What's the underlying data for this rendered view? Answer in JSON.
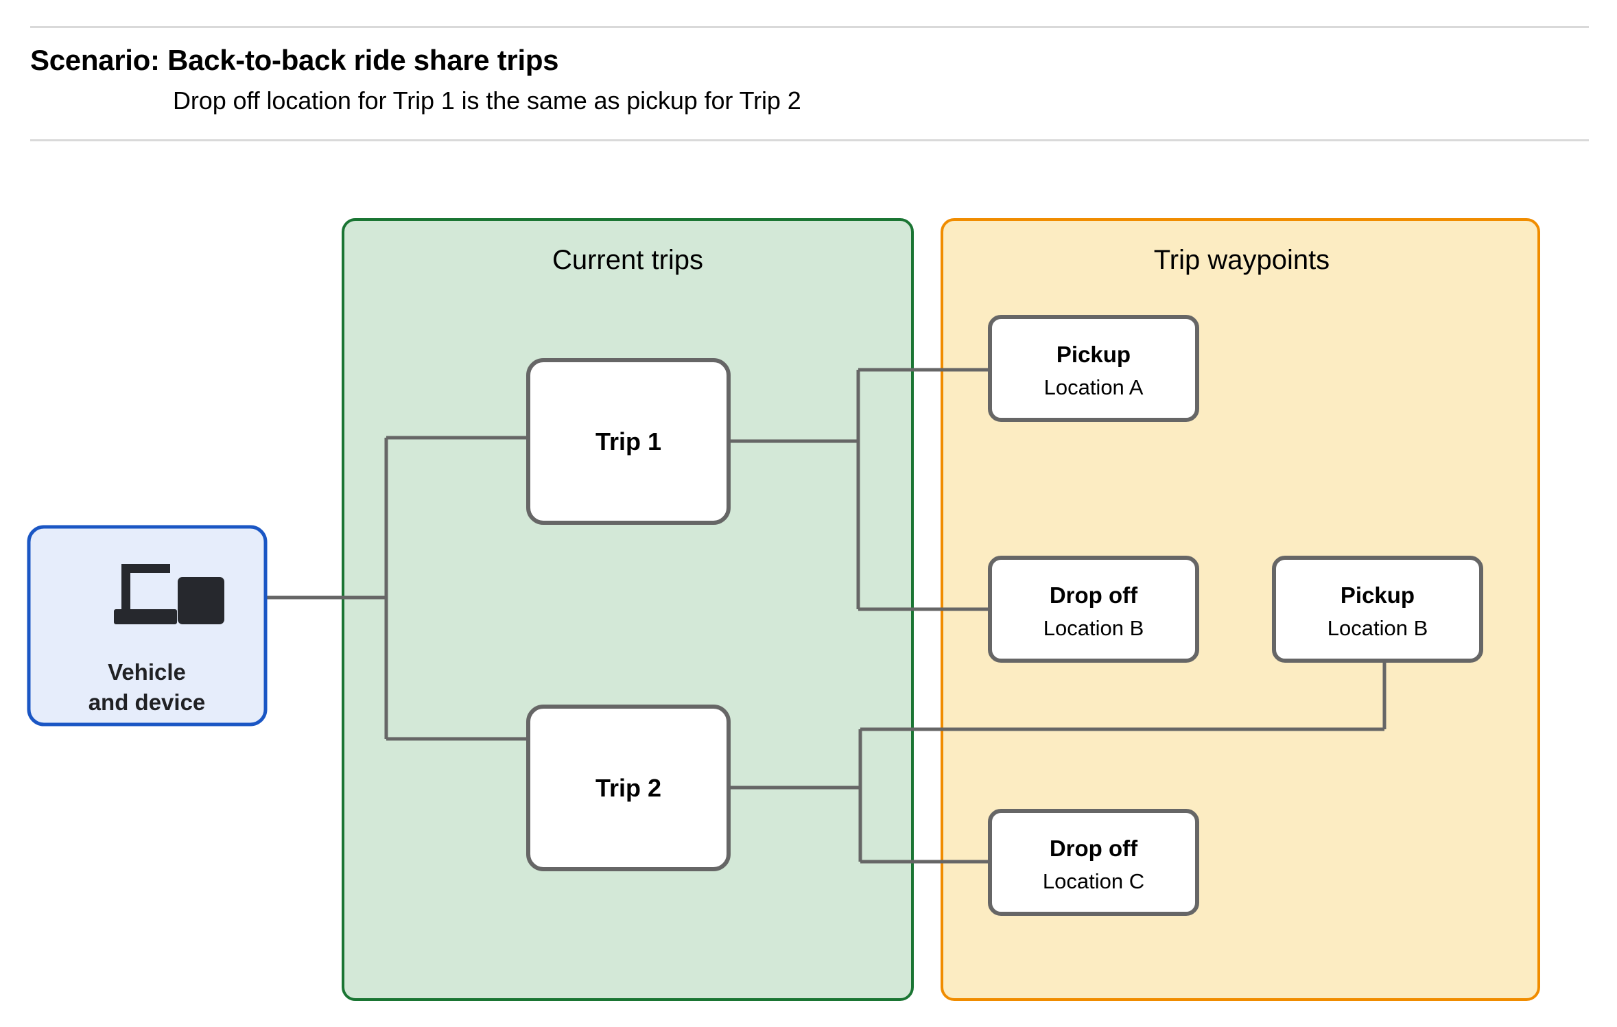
{
  "header": {
    "title": "Scenario: Back-to-back ride share trips",
    "subtitle": "Drop off  location for Trip 1 is the same as pickup for Trip 2"
  },
  "colors": {
    "green_panel_fill": "#d3e8d7",
    "green_panel_stroke": "#1a7533",
    "orange_panel_fill": "#fcecc2",
    "orange_panel_stroke": "#f08c00",
    "blue_node_fill": "#e6edfb",
    "blue_node_stroke": "#1a56c4",
    "node_fill": "#ffffff",
    "node_stroke": "#666666",
    "edge_stroke": "#666666",
    "rule": "#d9d9d9",
    "text": "#000000"
  },
  "source_node": {
    "icon": "devices-icon",
    "label_line1": "Vehicle",
    "label_line2": "and device"
  },
  "panels": [
    {
      "id": "current-trips",
      "label": "Current trips"
    },
    {
      "id": "trip-waypoints",
      "label": "Trip waypoints"
    }
  ],
  "trips": [
    {
      "id": "trip-1",
      "label": "Trip 1"
    },
    {
      "id": "trip-2",
      "label": "Trip 2"
    }
  ],
  "waypoints": [
    {
      "id": "waypoint-pickup-a",
      "title": "Pickup",
      "location": "Location A"
    },
    {
      "id": "waypoint-dropoff-b",
      "title": "Drop off",
      "location": "Location B"
    },
    {
      "id": "waypoint-pickup-b",
      "title": "Pickup",
      "location": "Location B"
    },
    {
      "id": "waypoint-dropoff-c",
      "title": "Drop off",
      "location": "Location C"
    }
  ]
}
